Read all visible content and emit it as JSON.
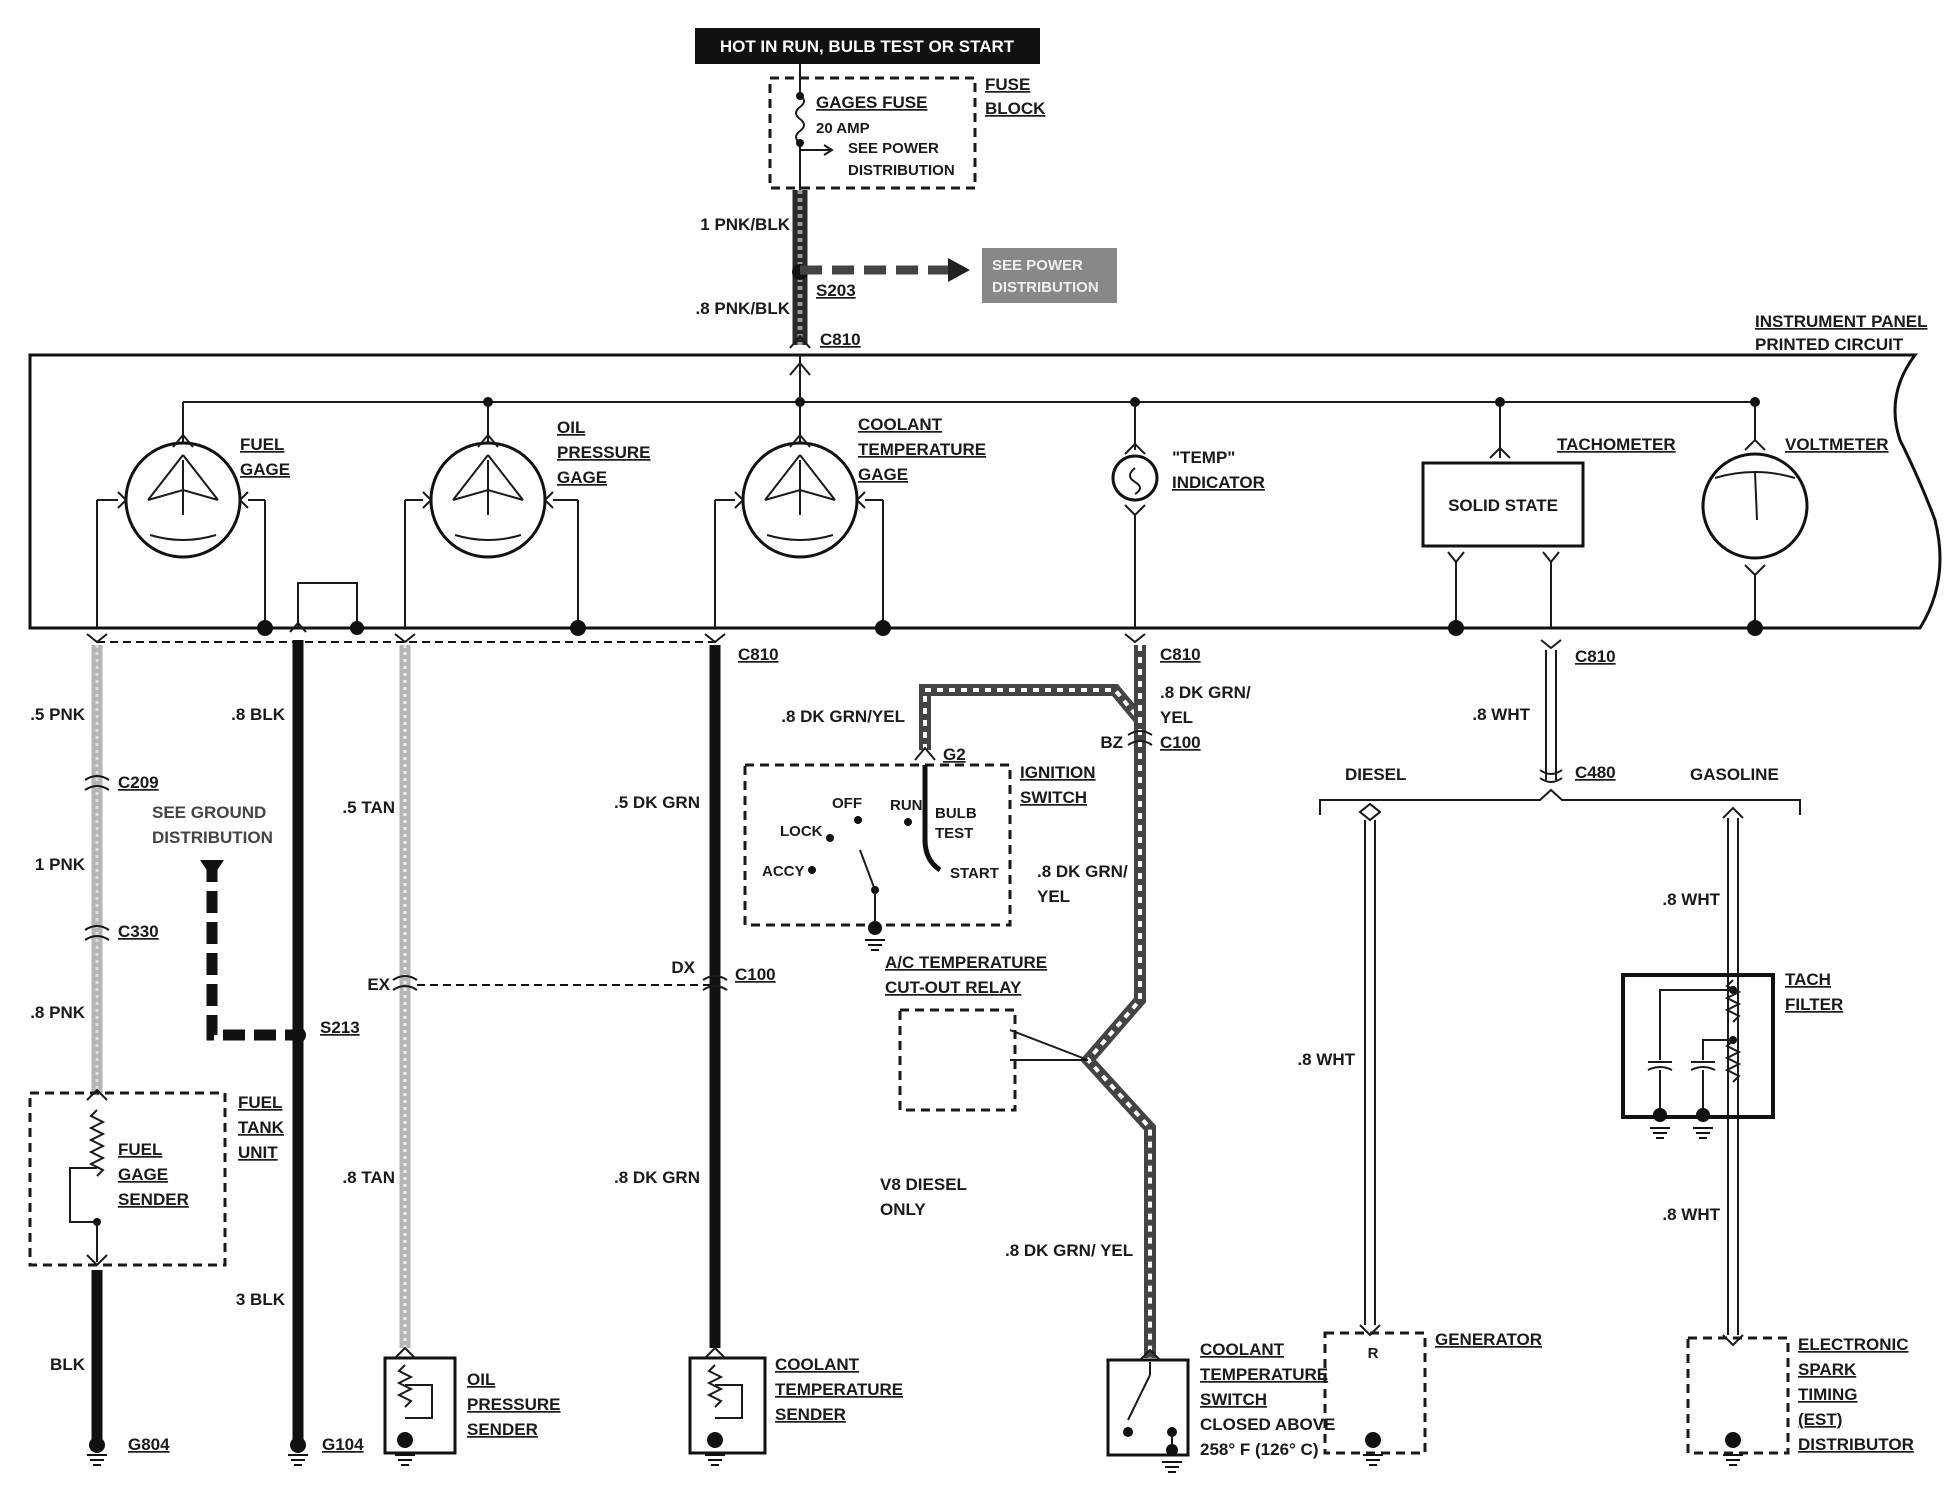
{
  "banner": "HOT IN RUN,  BULB TEST OR START",
  "fuse": {
    "name": "GAGES FUSE",
    "rating": "20 AMP",
    "see1": "SEE POWER",
    "see2": "DISTRIBUTION",
    "block1": "FUSE",
    "block2": "BLOCK"
  },
  "wires_top": {
    "w1": "1 PNK/BLK",
    "w2": ".8 PNK/BLK",
    "s203": "S203",
    "c810": "C810",
    "see1": "SEE POWER",
    "see2": "DISTRIBUTION"
  },
  "panel": {
    "t1": "INSTRUMENT PANEL",
    "t2": "PRINTED CIRCUIT"
  },
  "gauges": {
    "fuel1": "FUEL",
    "fuel2": "GAGE",
    "oil1": "OIL",
    "oil2": "PRESSURE",
    "oil3": "GAGE",
    "cool1": "COOLANT",
    "cool2": "TEMPERATURE",
    "cool3": "GAGE",
    "temp1": "\"TEMP\"",
    "temp2": "INDICATOR",
    "tach": "TACHOMETER",
    "solid": "SOLID STATE",
    "volt": "VOLTMETER"
  },
  "fuel_circuit": {
    "w1": ".5 PNK",
    "c209": "C209",
    "w2": "1 PNK",
    "c330": "C330",
    "w3": ".8 PNK",
    "unit1": "FUEL",
    "unit2": "TANK",
    "unit3": "UNIT",
    "sender1": "FUEL",
    "sender2": "GAGE",
    "sender3": "SENDER",
    "blk": "BLK",
    "g804": "G804"
  },
  "ground": {
    "w1": ".8 BLK",
    "see1": "SEE GROUND",
    "see2": "DISTRIBUTION",
    "s213": "S213",
    "w2": "3 BLK",
    "g104": "G104"
  },
  "oil_circuit": {
    "w1": ".5 TAN",
    "ex": "EX",
    "w2": ".8 TAN",
    "s1": "OIL",
    "s2": "PRESSURE",
    "s3": "SENDER"
  },
  "coolant_circuit": {
    "c810": "C810",
    "w1": ".5 DK GRN",
    "dx": "DX",
    "c100": "C100",
    "w2": ".8 DK GRN",
    "s1": "COOLANT",
    "s2": "TEMPERATURE",
    "s3": "SENDER"
  },
  "ignition": {
    "w1": ".8 DK GRN/YEL",
    "g2": "G2",
    "sw1": "IGNITION",
    "sw2": "SWITCH",
    "off": "OFF",
    "run": "RUN",
    "bulb1": "BULB",
    "bulb2": "TEST",
    "lock": "LOCK",
    "accy": "ACCY",
    "start": "START"
  },
  "temp_circuit": {
    "c810": "C810",
    "w1a": ".8 DK GRN/",
    "w1b": "YEL",
    "bz": "BZ",
    "c100": "C100",
    "w2a": ".8 DK GRN/",
    "w2b": "YEL",
    "relay1": "A/C TEMPERATURE",
    "relay2": "CUT-OUT RELAY",
    "v8a": "V8 DIESEL",
    "v8b": "ONLY",
    "w3": ".8 DK GRN/ YEL",
    "sw1": "COOLANT",
    "sw2": "TEMPERATURE",
    "sw3": "SWITCH",
    "sw4": "CLOSED ABOVE",
    "sw5": "258° F (126° C)"
  },
  "tach_circuit": {
    "c810": "C810",
    "w1": ".8 WHT",
    "c480": "C480",
    "diesel": "DIESEL",
    "gasoline": "GASOLINE",
    "w_diesel": ".8 WHT",
    "gen": "GENERATOR",
    "r": "R",
    "w_g1": ".8 WHT",
    "filter1": "TACH",
    "filter2": "FILTER",
    "w_g2": ".8 WHT",
    "est1": "ELECTRONIC",
    "est2": "SPARK",
    "est3": "TIMING",
    "est4": "(EST)",
    "est5": "DISTRIBUTOR"
  }
}
